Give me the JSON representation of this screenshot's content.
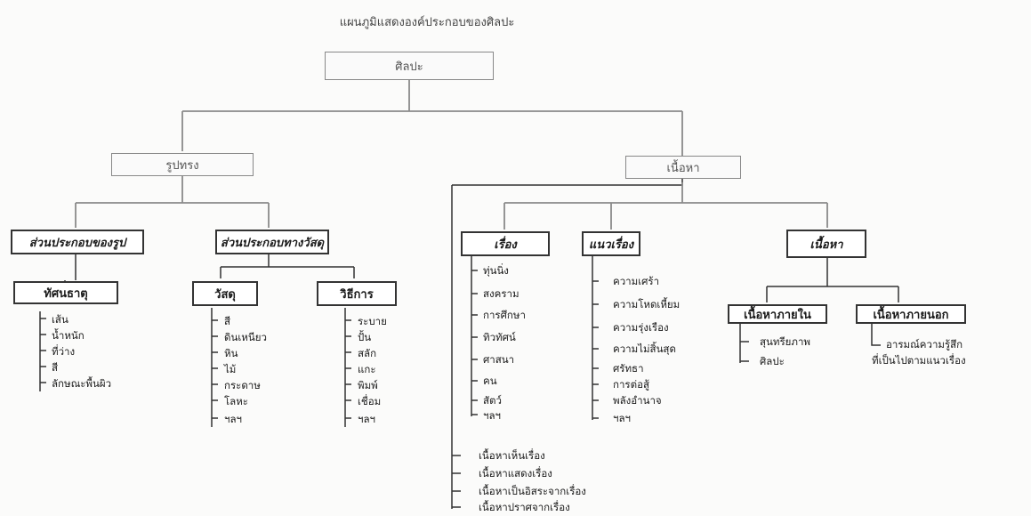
{
  "title": "แผนภูมิแสดงองค์ประกอบของศิลปะ",
  "root": "ศิลปะ",
  "level1": [
    "รูปทรง",
    "เนื้อหา"
  ],
  "form": {
    "groups": [
      "ส่วนประกอบของรูป",
      "ส่วนประกอบทางวัสดุ"
    ],
    "elements_box": "ทัศนธาตุ",
    "elements": [
      "เส้น",
      "น้ำหนัก",
      "ที่ว่าง",
      "สี",
      "ลักษณะพื้นผิว"
    ],
    "material_box": "วัสดุ",
    "materials": [
      "สี",
      "ดินเหนียว",
      "หิน",
      "ไม้",
      "กระดาษ",
      "โลหะ",
      "ฯลฯ"
    ],
    "method_box": "วิธีการ",
    "methods": [
      "ระบาย",
      "ปั้น",
      "สลัก",
      "แกะ",
      "พิมพ์",
      "เชื่อม",
      "ฯลฯ"
    ]
  },
  "content": {
    "story_box": "เรื่อง",
    "stories": [
      "ทุ่นนิ่ง",
      "สงคราม",
      "การศึกษา",
      "ทิวทัศน์",
      "ศาสนา",
      "คน",
      "สัตว์",
      "ฯลฯ"
    ],
    "theme_box": "แนวเรื่อง",
    "themes": [
      "ความเศร้า",
      "ความโหดเหี้ยม",
      "ความรุ่งเรือง",
      "ความไม่สิ้นสุด",
      "ศรัทธา",
      "การต่อสู้",
      "พลังอำนาจ",
      "ฯลฯ"
    ],
    "content_box": "เนื้อหา",
    "inner_box": "เนื้อหาภายใน",
    "inner_items": [
      "สุนทรียภาพ",
      "ศิลปะ"
    ],
    "outer_box": "เนื้อหาภายนอก",
    "outer_items": [
      "อารมณ์ความรู้สึก",
      "ที่เป็นไปตามแนวเรื่อง"
    ],
    "relations": [
      "เนื้อหาเห็นเรื่อง",
      "เนื้อหาแสดงเรื่อง",
      "เนื้อหาเป็นอิสระจากเรื่อง",
      "เนื้อหาปราศจากเรื่อง"
    ]
  }
}
